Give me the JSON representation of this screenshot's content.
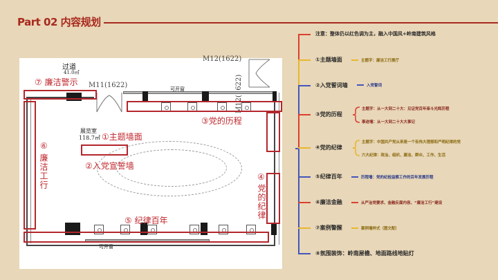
{
  "header": {
    "title": "Part 02 内容规划"
  },
  "floor_plan": {
    "corridor_label": "过道",
    "corridor_area": "41.0㎡",
    "door_m11": "M11(1622)",
    "door_m12_top": "M12(1622)",
    "door_m12_side": "M12(1622)",
    "window_top": "可开窗",
    "window_bottom": "可开窗",
    "room_label": "展览室",
    "room_area": "118.7㎡",
    "zones": [
      {
        "id": "1",
        "label": "①主题墙面"
      },
      {
        "id": "2",
        "label": "②入党宣誓墙"
      },
      {
        "id": "3",
        "label": "③党的历程"
      },
      {
        "id": "4",
        "num": "④",
        "label": "党的纪律"
      },
      {
        "id": "5",
        "label": "⑤ 纪律百年"
      },
      {
        "id": "6",
        "num": "⑥",
        "label": "廉洁工行"
      },
      {
        "id": "7",
        "label": "⑦ 廉洁警示"
      }
    ]
  },
  "mind_map": {
    "note": "注意：整体仍以红色调为主，融入中国风+岭南建筑风格",
    "items": [
      {
        "label": "①主题墙面",
        "color": "#e8b630",
        "subs": [
          {
            "text": "主题字：廉洁工行展厅",
            "color": "#8a6a10"
          }
        ]
      },
      {
        "label": "②入党誓词墙",
        "color": "#4455bb",
        "subs": [
          {
            "text": "入党誓词",
            "color": "#2a3a8a"
          }
        ]
      },
      {
        "label": "③党的历程",
        "color": "#d9402e",
        "subs": [
          {
            "text": "主题字：从一大到二十大：见证党百年奋斗光辉历程",
            "color": "#8a2a20"
          },
          {
            "text": "事迹墙：从一大到二十大大事记",
            "color": "#8a2a20"
          }
        ]
      },
      {
        "label": "④党的纪律",
        "color": "#e8b630",
        "subs": [
          {
            "text": "主题字：中国共产党从来是一个有伟大理想和严明纪律的党",
            "color": "#8a6a10"
          },
          {
            "text": "六大纪律：政治、组织、廉洁、群众、工作、生活",
            "color": "#8a6a10"
          }
        ]
      },
      {
        "label": "⑤纪律百年",
        "color": "#4455bb",
        "subs": [
          {
            "text": "历程墙：党的纪检监察工作的百年发展历程",
            "color": "#2a3a8a"
          }
        ]
      },
      {
        "label": "⑥廉洁金融",
        "color": "#d9402e",
        "subs": [
          {
            "text": "从严治党要求、金融反腐内容、“廉洁工行”建设",
            "color": "#8a2a20"
          }
        ]
      },
      {
        "label": "⑦案例警醒",
        "color": "#e8b630",
        "subs": [
          {
            "text": "案例墙样式（图文配）",
            "color": "#8a6a10"
          }
        ]
      },
      {
        "label": "⑧氛围装饰：岭南屋檐、地面路线地贴灯",
        "color": "#4455bb",
        "subs": []
      }
    ],
    "colors": {
      "red": "#d9402e",
      "yellow": "#e8b630",
      "blue": "#4455bb"
    }
  }
}
